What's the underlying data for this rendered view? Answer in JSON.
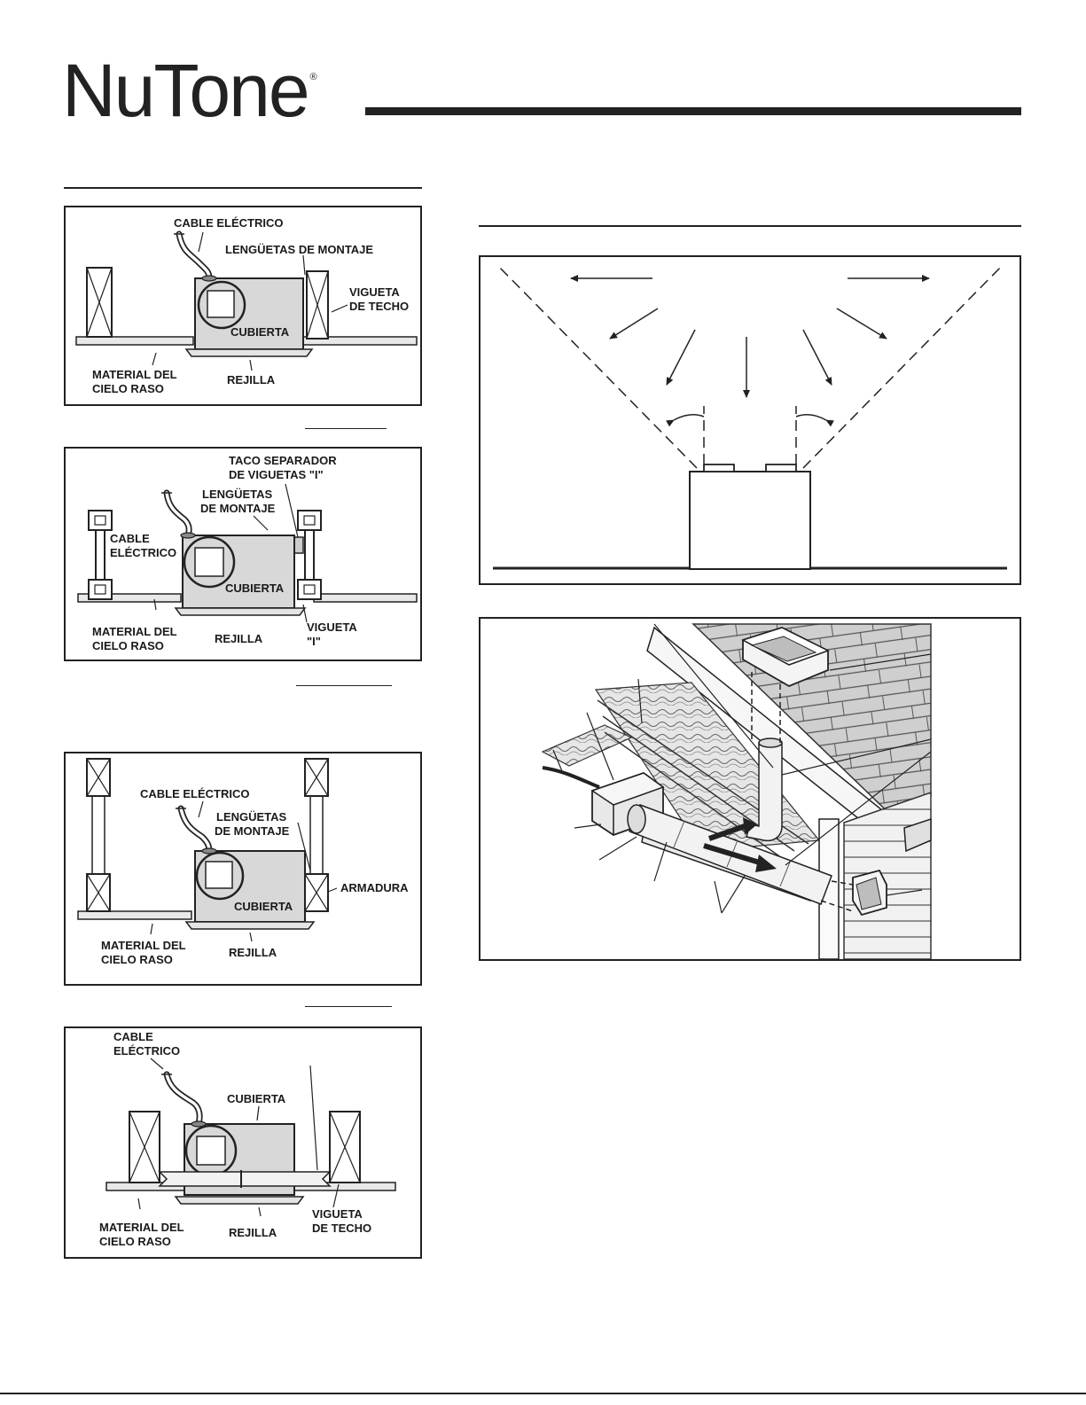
{
  "brand": {
    "name": "NuTone",
    "mark": "®"
  },
  "fig_a": {
    "cable": "CABLE ELÉCTRICO",
    "tabs": "LENGÜETAS DE MONTAJE",
    "joist_line1": "VIGUETA",
    "joist_line2": "DE TECHO",
    "housing": "CUBIERTA",
    "ceiling_line1": "MATERIAL DEL",
    "ceiling_line2": "CIELO RASO",
    "grille": "REJILLA"
  },
  "fig_b": {
    "spacer_line1": "TACO SEPARADOR",
    "spacer_line2": "DE VIGUETAS \"I\"",
    "tabs_line1": "LENGÜETAS",
    "tabs_line2": "DE MONTAJE",
    "cable_line1": "CABLE",
    "cable_line2": "ELÉCTRICO",
    "housing": "CUBIERTA",
    "ceiling_line1": "MATERIAL DEL",
    "ceiling_line2": "CIELO RASO",
    "grille": "REJILLA",
    "ijoist_line1": "VIGUETA",
    "ijoist_line2": "\"I\""
  },
  "fig_c": {
    "cable": "CABLE ELÉCTRICO",
    "tabs_line1": "LENGÜETAS",
    "tabs_line2": "DE MONTAJE",
    "truss": "ARMADURA",
    "housing": "CUBIERTA",
    "ceiling_line1": "MATERIAL DEL",
    "ceiling_line2": "CIELO RASO",
    "grille": "REJILLA"
  },
  "fig_d": {
    "cable_line1": "CABLE",
    "cable_line2": "ELÉCTRICO",
    "housing": "CUBIERTA",
    "ceiling_line1": "MATERIAL DEL",
    "ceiling_line2": "CIELO RASO",
    "grille": "REJILLA",
    "joist_line1": "VIGUETA",
    "joist_line2": "DE TECHO"
  }
}
